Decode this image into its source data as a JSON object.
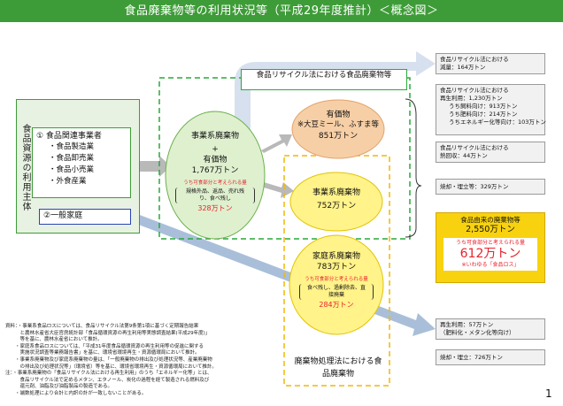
{
  "title": "食品廃棄物等の利用状況等（平成29年度推計）＜概念図＞",
  "left_panel": {
    "label": "食品資源の利用主体",
    "group1_title": "① 食品関連事業者",
    "group1_items": [
      "・食品製造業",
      "・食品卸売業",
      "・食品小売業",
      "・外食産業"
    ],
    "group2_title": "②一般家庭"
  },
  "recycle_law_label": "食品リサイクル法における食品廃棄物等",
  "waste_law_label": "廃棄物処理法における食品廃棄物",
  "business_waste": {
    "title": "事業系廃棄物",
    "plus": "+",
    "subtitle": "有価物",
    "amount": "1,767万トン",
    "edible_label": "うち可食部分と考えられる量",
    "edible_detail": "規格外品、返品、売れ残り、食べ残し",
    "edible_amount": "328万トン"
  },
  "valuables": {
    "title": "有価物",
    "detail": "※大豆ミール、ふすま等",
    "amount": "851万トン"
  },
  "business_waste_sub": {
    "title": "事業系廃棄物",
    "amount": "752万トン"
  },
  "household_waste": {
    "title": "家庭系廃棄物",
    "amount": "783万トン",
    "edible_label": "うち可食部分と考えられる量",
    "edible_detail": "食べ残し、過剰除去、直接廃棄",
    "edible_amount": "284万トン"
  },
  "right_boxes": {
    "reduction": [
      "食品リサイクル法における",
      "減量：164万トン"
    ],
    "recycling": [
      "食品リサイクル法における",
      "再生利用：1,230万トン",
      "うち飼料向け：913万トン",
      "うち肥料向け：214万トン",
      "うちエネルギー化等向け：103万トン"
    ],
    "heat_recovery": [
      "食品リサイクル法における",
      "熱回収：44万トン"
    ],
    "incineration1": "焼却・埋立等：329万トン",
    "recycling2": [
      "再生利用：57万トン",
      "（肥料化・メタン化等向け）"
    ],
    "incineration2": "焼却・埋立：726万トン"
  },
  "food_summary": {
    "title": "食品由来の廃棄物等",
    "amount": "2,550万トン",
    "edible_label": "うち可食部分と考えられる量",
    "edible_amount": "612万トン",
    "food_loss": "※いわゆる「食品ロス」"
  },
  "notes": [
    "資料：・事業系食品ロスについては、食品リサイクル法第9条第1項に基づく定期報告結果",
    "　　　と農林水産省大臣官房統計部「食品循環資源の再生利用等実態調査結果(平成29年度)」",
    "　　　等を基に、農林水産省において推計。",
    "　　・家庭系食品ロスについては、「平成31年度食品循環資源の再生利用等の促進に関する",
    "　　　実施状況調査等業務報告書」を基に、環境省環境再生・資源循環局において推計。",
    "　　・事業系廃棄物及び家庭系廃棄物の量は、「一般廃棄物の排出及び処理状況等、産業廃棄物",
    "　　　の排出及び処理状況等」（環境省）等を基に、環境省環境再生・資源循環局において推計。",
    "注：・事業系廃棄物の「食品リサイクル法における再生利用」のうち「エネルギー化等」とは、",
    "　　　食品リサイクル法で定めるメタン、エタノール、炭化の過程を経て製造される燃料及び",
    "　　　還元剤、油脂及び油脂製品の製造である。",
    "　　・端数処理により合計と内訳の計が一致しないことがある。"
  ],
  "page_number": "1",
  "colors": {
    "green": "#3e9c38",
    "dashed_green": "#29a93a",
    "dashed_yellow": "#f2b705",
    "orange_ellipse": "#f7cfa6",
    "yellow_ellipse": "#fff38a",
    "pale_green": "#dff0cf",
    "arrow_blue": "#a9bfd9",
    "summary_bg": "#f8d20e",
    "red": "#e8222b"
  }
}
